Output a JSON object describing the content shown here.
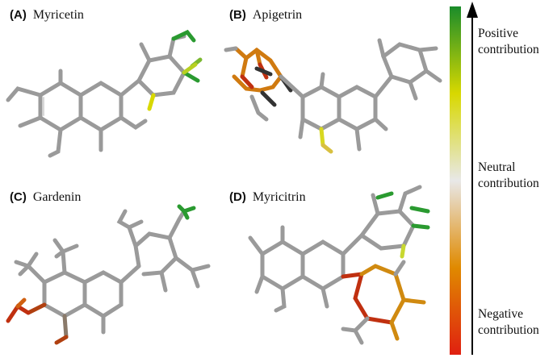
{
  "panels": [
    {
      "letter": "(A)",
      "name": "Myricetin"
    },
    {
      "letter": "(B)",
      "name": "Apigetrin"
    },
    {
      "letter": "(C)",
      "name": "Gardenin"
    },
    {
      "letter": "(D)",
      "name": "Myricitrin"
    }
  ],
  "legend": {
    "positive": [
      "Positive",
      "contribution"
    ],
    "neutral": [
      "Neutral",
      "contribution"
    ],
    "negative": [
      "Negative",
      "contribution"
    ]
  },
  "colors": {
    "positive": "#1a8c2a",
    "neutral": "#e8e8e8",
    "midpositive": "#d9d900",
    "midnegative": "#e08a00",
    "negative": "#e02010",
    "bond": "#9a9a9a"
  }
}
